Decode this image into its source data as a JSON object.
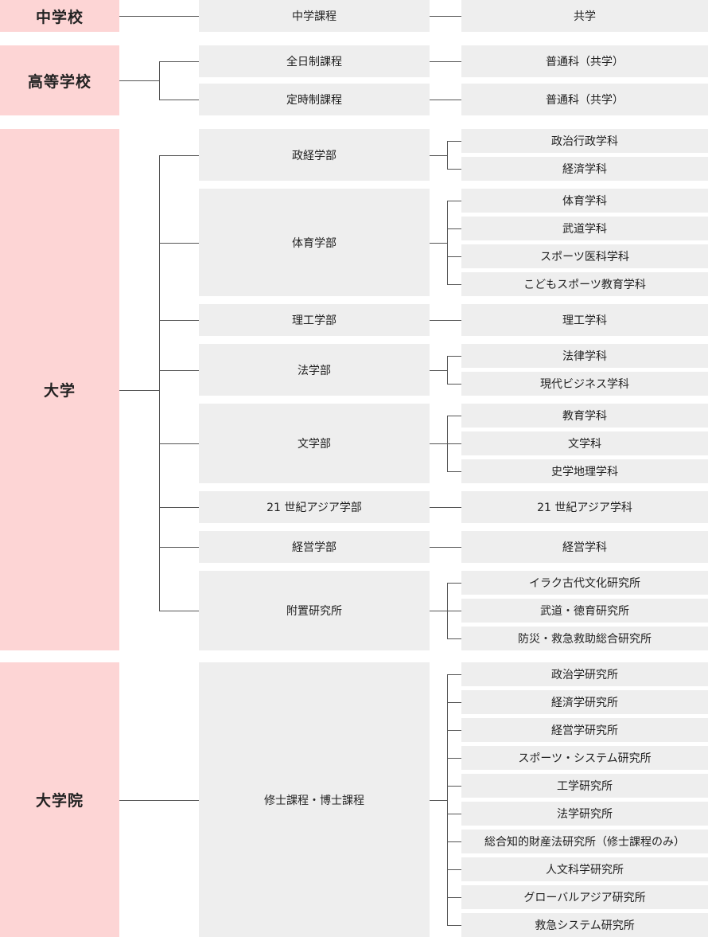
{
  "colors": {
    "level1_bg": "#fdd5d5",
    "box_bg": "#eeeeee",
    "line": "#555555"
  },
  "groups": [
    {
      "name": "中学校",
      "units": [
        {
          "name": "中学課程",
          "children": [
            "共学"
          ]
        }
      ]
    },
    {
      "name": "高等学校",
      "units": [
        {
          "name": "全日制課程",
          "children": [
            "普通科（共学）"
          ]
        },
        {
          "name": "定時制課程",
          "children": [
            "普通科（共学）"
          ]
        }
      ]
    },
    {
      "name": "大学",
      "units": [
        {
          "name": "政経学部",
          "children": [
            "政治行政学科",
            "経済学科"
          ]
        },
        {
          "name": "体育学部",
          "children": [
            "体育学科",
            "武道学科",
            "スポーツ医科学科",
            "こどもスポーツ教育学科"
          ]
        },
        {
          "name": "理工学部",
          "children": [
            "理工学科"
          ]
        },
        {
          "name": "法学部",
          "children": [
            "法律学科",
            "現代ビジネス学科"
          ]
        },
        {
          "name": "文学部",
          "children": [
            "教育学科",
            "文学科",
            "史学地理学科"
          ]
        },
        {
          "name": "21 世紀アジア学部",
          "children": [
            "21 世紀アジア学科"
          ]
        },
        {
          "name": "経営学部",
          "children": [
            "経営学科"
          ]
        },
        {
          "name": "附置研究所",
          "children": [
            "イラク古代文化研究所",
            "武道・徳育研究所",
            "防災・救急救助総合研究所"
          ]
        }
      ]
    },
    {
      "name": "大学院",
      "units": [
        {
          "name": "修士課程・博士課程",
          "children": [
            "政治学研究所",
            "経済学研究所",
            "経営学研究所",
            "スポーツ・システム研究所",
            "工学研究所",
            "法学研究所",
            "総合知的財産法研究所（修士課程のみ）",
            "人文科学研究所",
            "グローバルアジア研究所",
            "救急システム研究所"
          ]
        }
      ]
    }
  ]
}
